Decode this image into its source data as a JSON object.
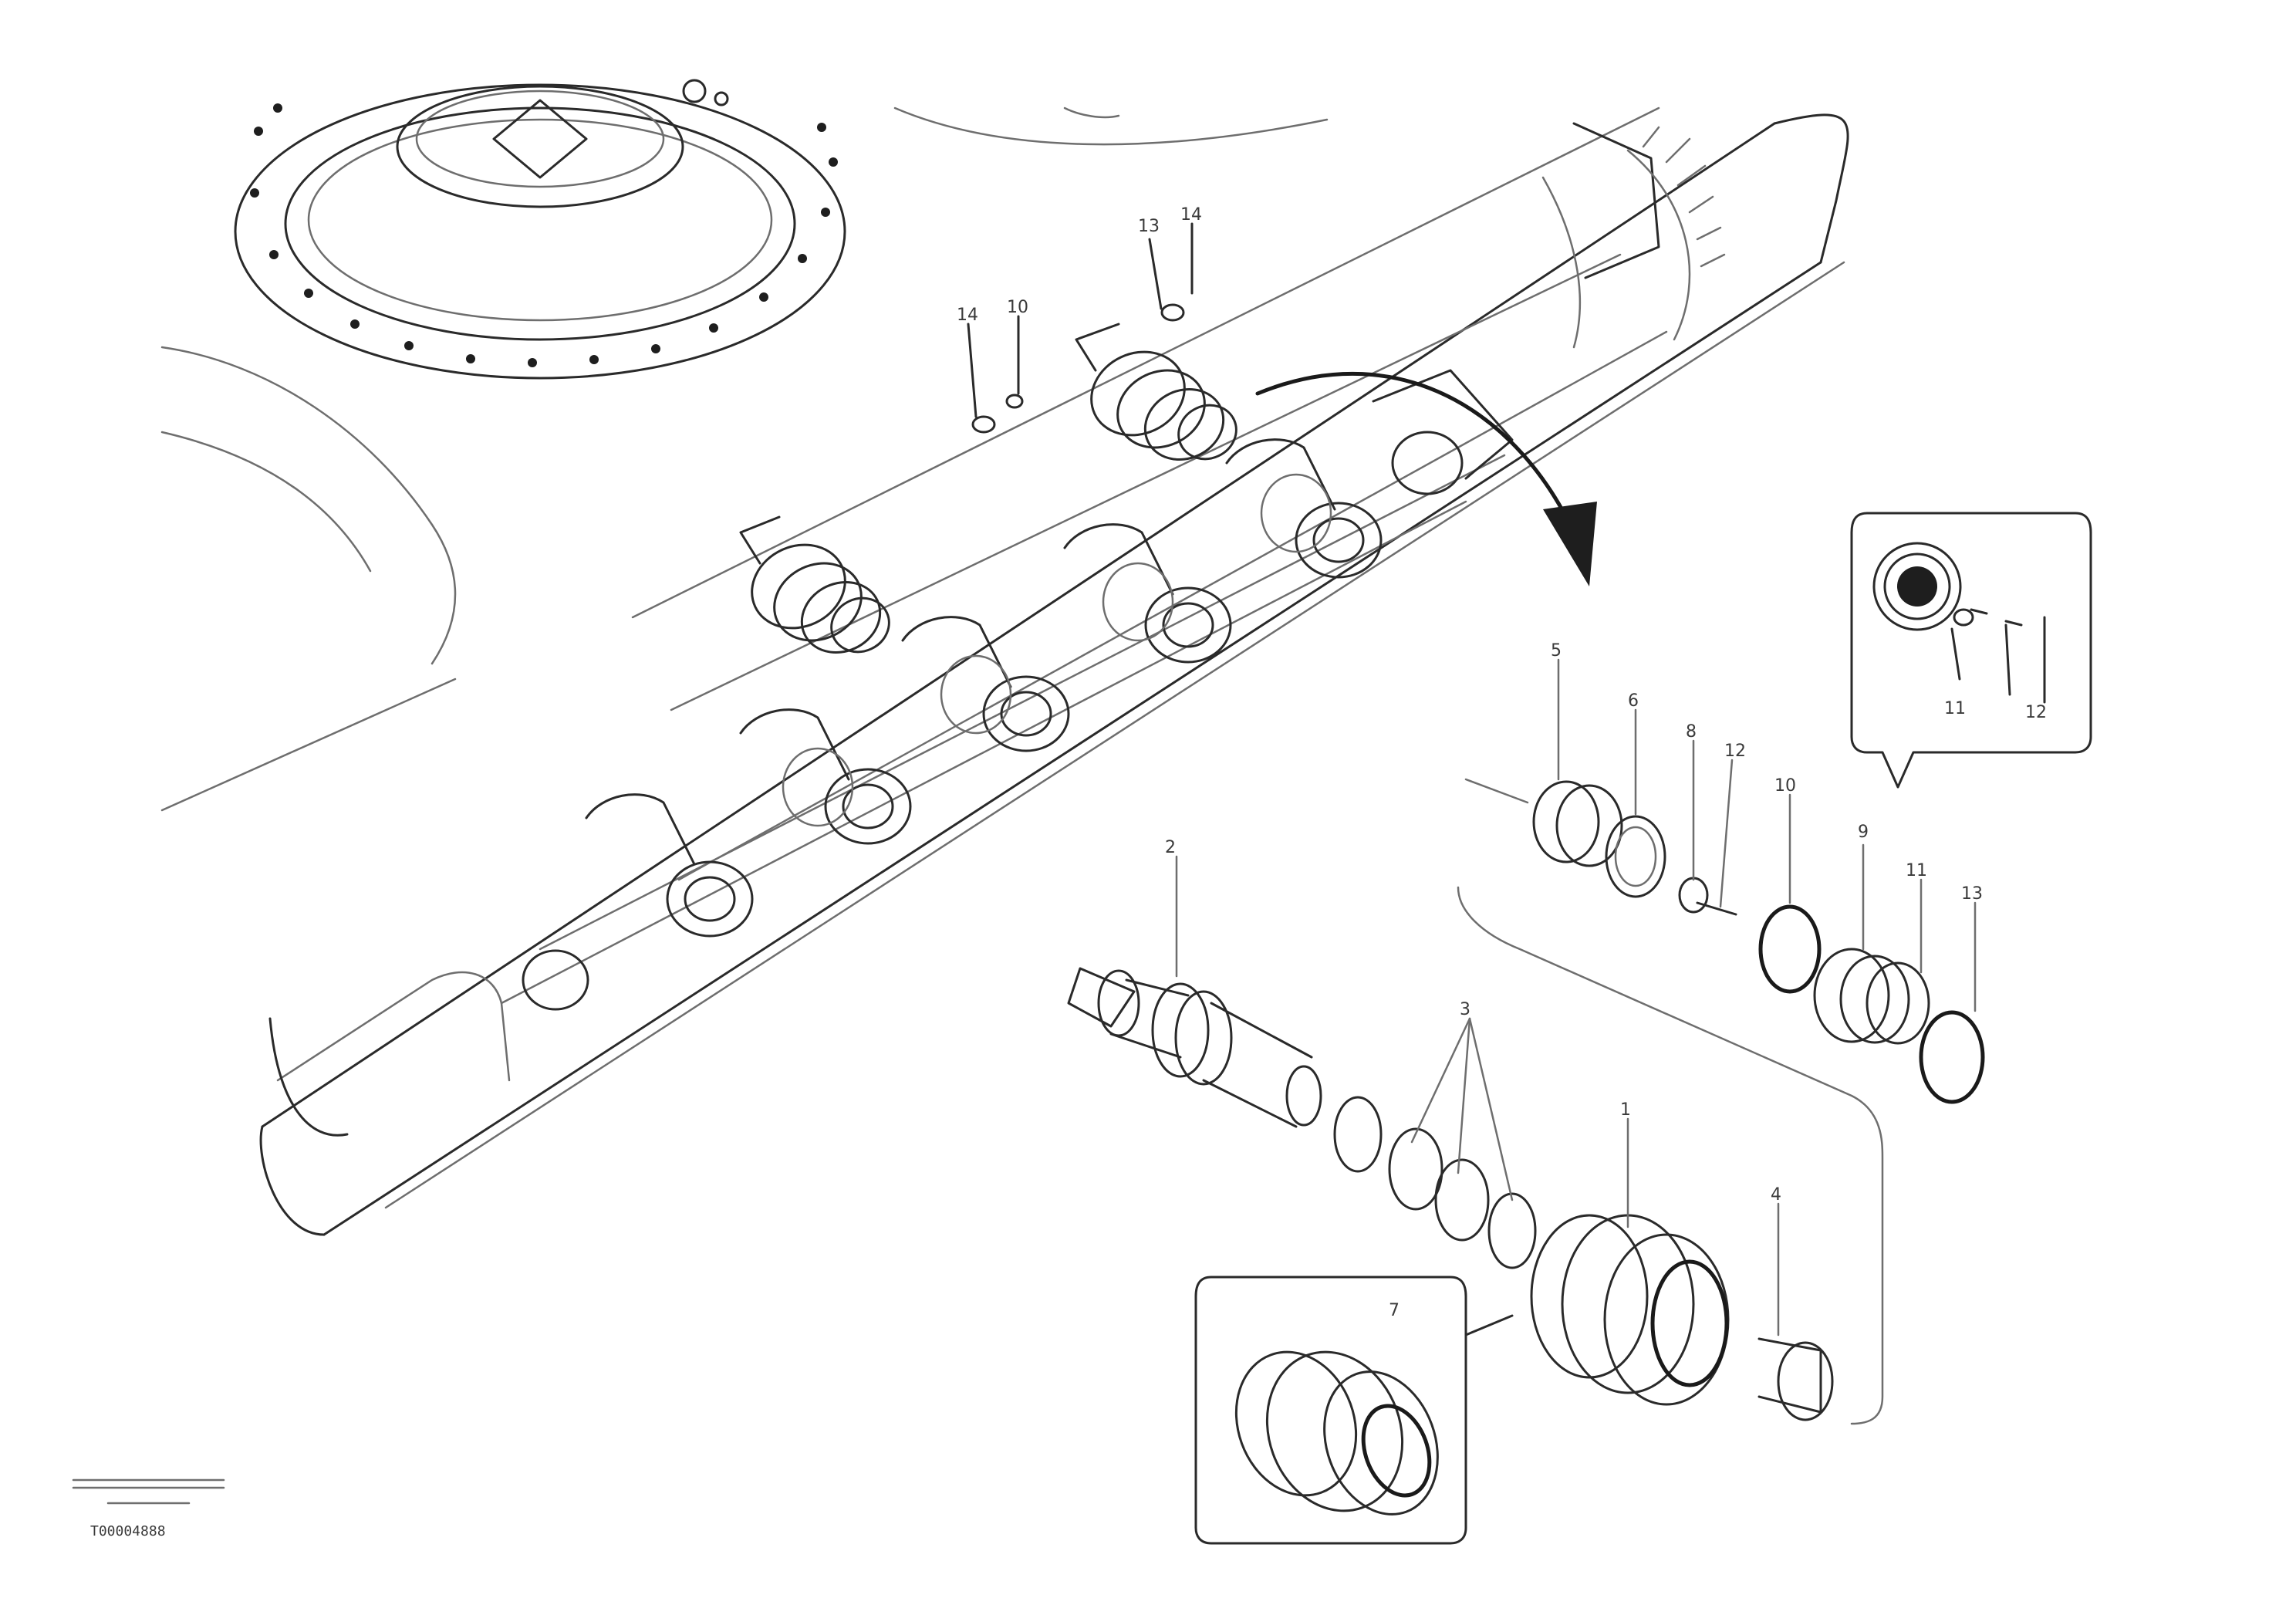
{
  "drawing": {
    "stamp_code": "T00004888",
    "callouts": [
      {
        "id": "c-1",
        "text": "1"
      },
      {
        "id": "c-2",
        "text": "2"
      },
      {
        "id": "c-3",
        "text": "3"
      },
      {
        "id": "c-4",
        "text": "4"
      },
      {
        "id": "c-5",
        "text": "5"
      },
      {
        "id": "c-6",
        "text": "6"
      },
      {
        "id": "c-7",
        "text": "7"
      },
      {
        "id": "c-8",
        "text": "8"
      },
      {
        "id": "c-9",
        "text": "9"
      },
      {
        "id": "c-10",
        "text": "10"
      },
      {
        "id": "c-11",
        "text": "11"
      },
      {
        "id": "c-12",
        "text": "12"
      },
      {
        "id": "c-13",
        "text": "13"
      },
      {
        "id": "c-14",
        "text": "14"
      }
    ]
  }
}
